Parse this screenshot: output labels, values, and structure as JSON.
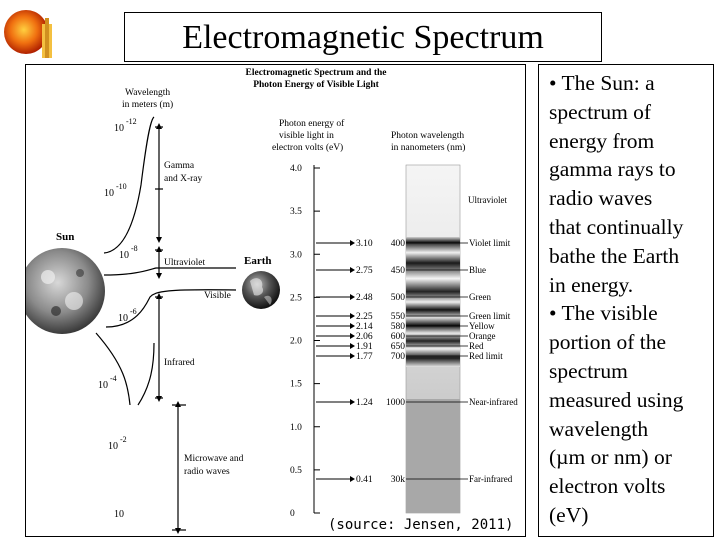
{
  "title": "Electromagnetic Spectrum",
  "figure": {
    "heading_line1": "Electromagnetic Spectrum and the",
    "heading_line2": "Photon Energy of Visible Light",
    "wavelength_header_line1": "Wavelength",
    "wavelength_header_line2": "in meters (m)",
    "ev_header_line1": "Photon energy of",
    "ev_header_line2": "visible light in",
    "ev_header_line3": "electron volts (eV)",
    "nm_header_line1": "Photon wavelength",
    "nm_header_line2": "in nanometers (nm)",
    "sun_label": "Sun",
    "earth_label": "Earth",
    "visible_label": "Visible",
    "wavelength_ticks": [
      {
        "base": "10",
        "exp": "-12"
      },
      {
        "base": "10",
        "exp": "-10"
      },
      {
        "base": "10",
        "exp": "-8"
      },
      {
        "base": "10",
        "exp": "-6"
      },
      {
        "base": "10",
        "exp": "-4"
      },
      {
        "base": "10",
        "exp": "-2"
      },
      {
        "base": "10",
        "exp": ""
      }
    ],
    "bands": {
      "gamma_line1": "Gamma",
      "gamma_line2": "and X-ray",
      "ultraviolet": "Ultraviolet",
      "infrared": "Infrared",
      "microwave_line1": "Microwave and",
      "microwave_line2": "radio waves"
    },
    "ev_ticks": [
      "4.0",
      "3.5",
      "3.0",
      "2.5",
      "2.0",
      "1.5",
      "1.0",
      "0.5",
      "0"
    ],
    "lines": [
      {
        "ev": "3.10",
        "nm": "400",
        "label": "Violet limit"
      },
      {
        "ev": "2.75",
        "nm": "450",
        "label": "Blue"
      },
      {
        "ev": "2.48",
        "nm": "500",
        "label": "Green"
      },
      {
        "ev": "2.25",
        "nm": "550",
        "label": "Green limit"
      },
      {
        "ev": "2.14",
        "nm": "580",
        "label": "Yellow"
      },
      {
        "ev": "2.06",
        "nm": "600",
        "label": "Orange"
      },
      {
        "ev": "1.91",
        "nm": "650",
        "label": "Red"
      },
      {
        "ev": "1.77",
        "nm": "700",
        "label": "Red limit"
      },
      {
        "ev": "1.24",
        "nm": "1000",
        "label": "Near-infrared"
      },
      {
        "ev": "0.41",
        "nm": "30k",
        "label": "Far-infrared"
      }
    ],
    "ultraviolet_right": "Ultraviolet",
    "source": "(source: Jensen, 2011)"
  },
  "bullets": [
    "• The Sun: a spectrum of energy from gamma rays to radio waves that continually bathe the Earth in energy.",
    "• The visible portion of the spectrum measured using wavelength (µm or nm) or electron volts (eV)"
  ],
  "bullet_lines": [
    "• The Sun: a",
    "spectrum of",
    "energy from",
    "gamma rays to",
    "radio waves",
    "that continually",
    "bathe the Earth",
    "in energy.",
    "• The visible",
    "portion of the",
    "spectrum",
    "measured using",
    "wavelength",
    "(µm or nm) or",
    "electron volts",
    "(eV)"
  ]
}
